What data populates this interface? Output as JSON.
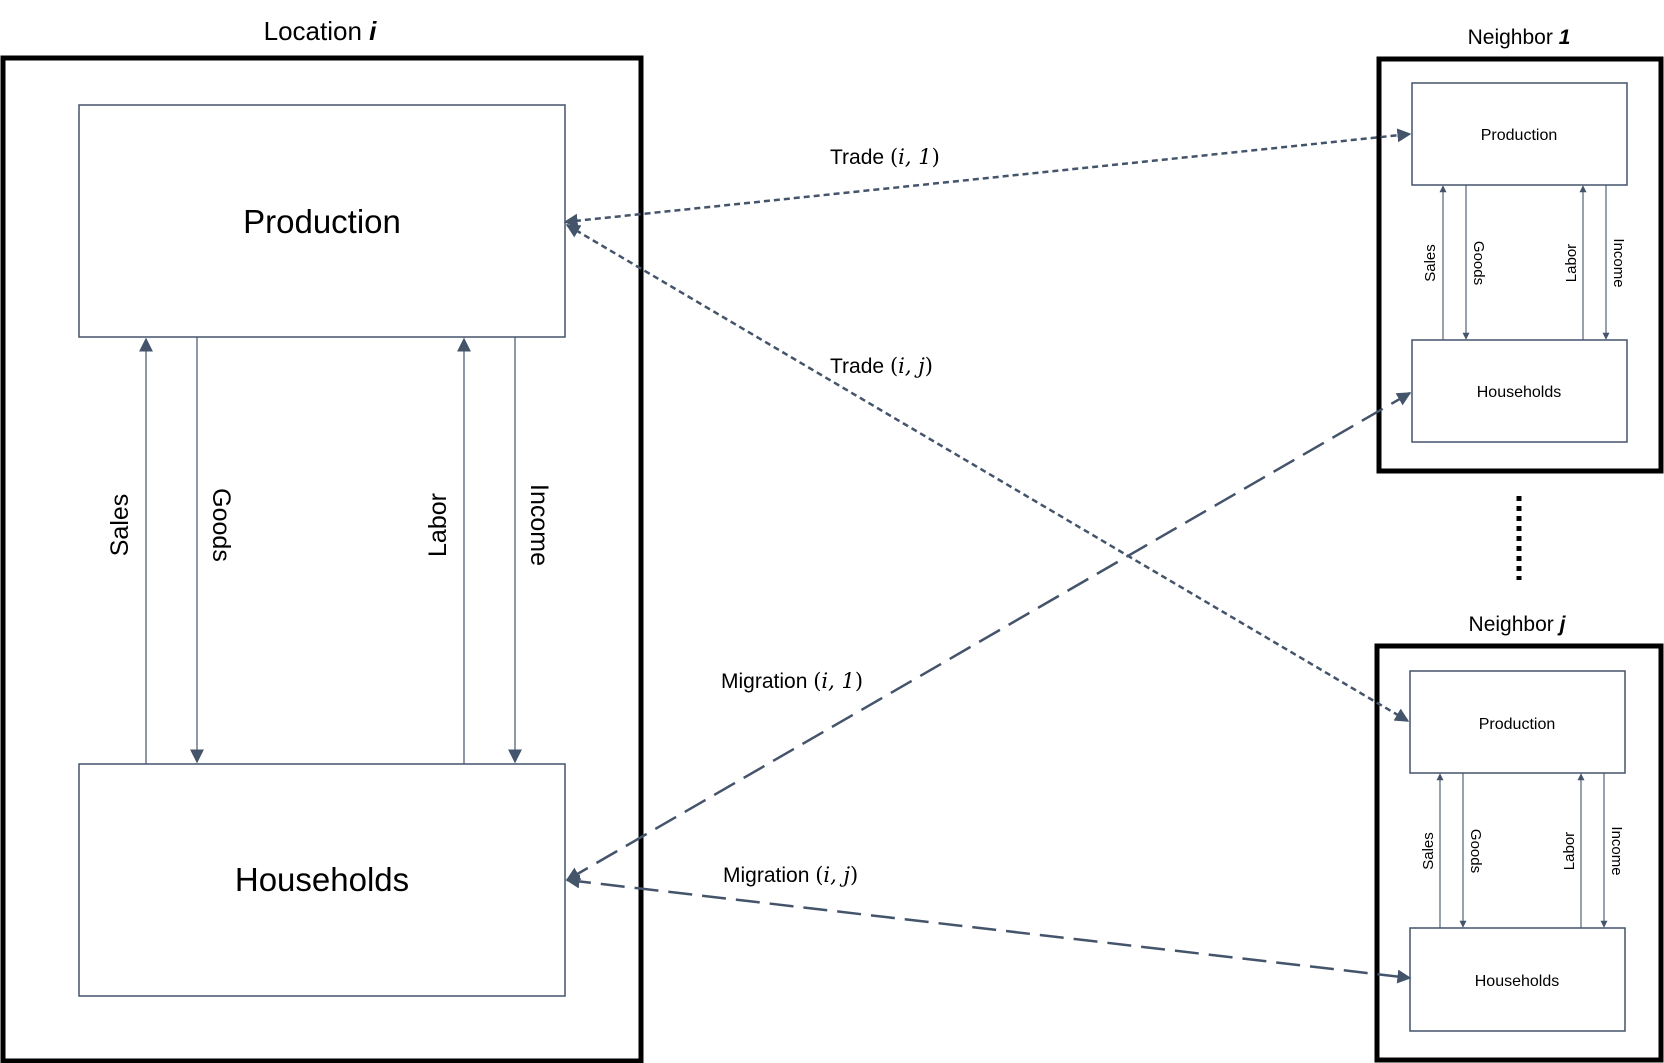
{
  "colors": {
    "outer_border": "#000000",
    "box_stroke": "#44546a",
    "arrow": "#44546a",
    "text": "#000000"
  },
  "location": {
    "title_prefix": "Location",
    "title_var": "i",
    "production": "Production",
    "households": "Households",
    "flows": {
      "sales": "Sales",
      "goods": "Goods",
      "labor": "Labor",
      "income": "Income"
    }
  },
  "neighbor1": {
    "title_prefix": "Neighbor",
    "title_var": "1",
    "production": "Production",
    "households": "Households",
    "flows": {
      "sales": "Sales",
      "goods": "Goods",
      "labor": "Labor",
      "income": "Income"
    }
  },
  "neighborj": {
    "title_prefix": "Neighbor",
    "title_var": "j",
    "production": "Production",
    "households": "Households",
    "flows": {
      "sales": "Sales",
      "goods": "Goods",
      "labor": "Labor",
      "income": "Income"
    }
  },
  "links": {
    "trade1": {
      "word": "Trade",
      "args": "i, 1"
    },
    "tradej": {
      "word": "Trade",
      "args": "i, j"
    },
    "migration1": {
      "word": "Migration",
      "args": "i, 1"
    },
    "migrationj": {
      "word": "Migration",
      "args": "i, j"
    }
  }
}
